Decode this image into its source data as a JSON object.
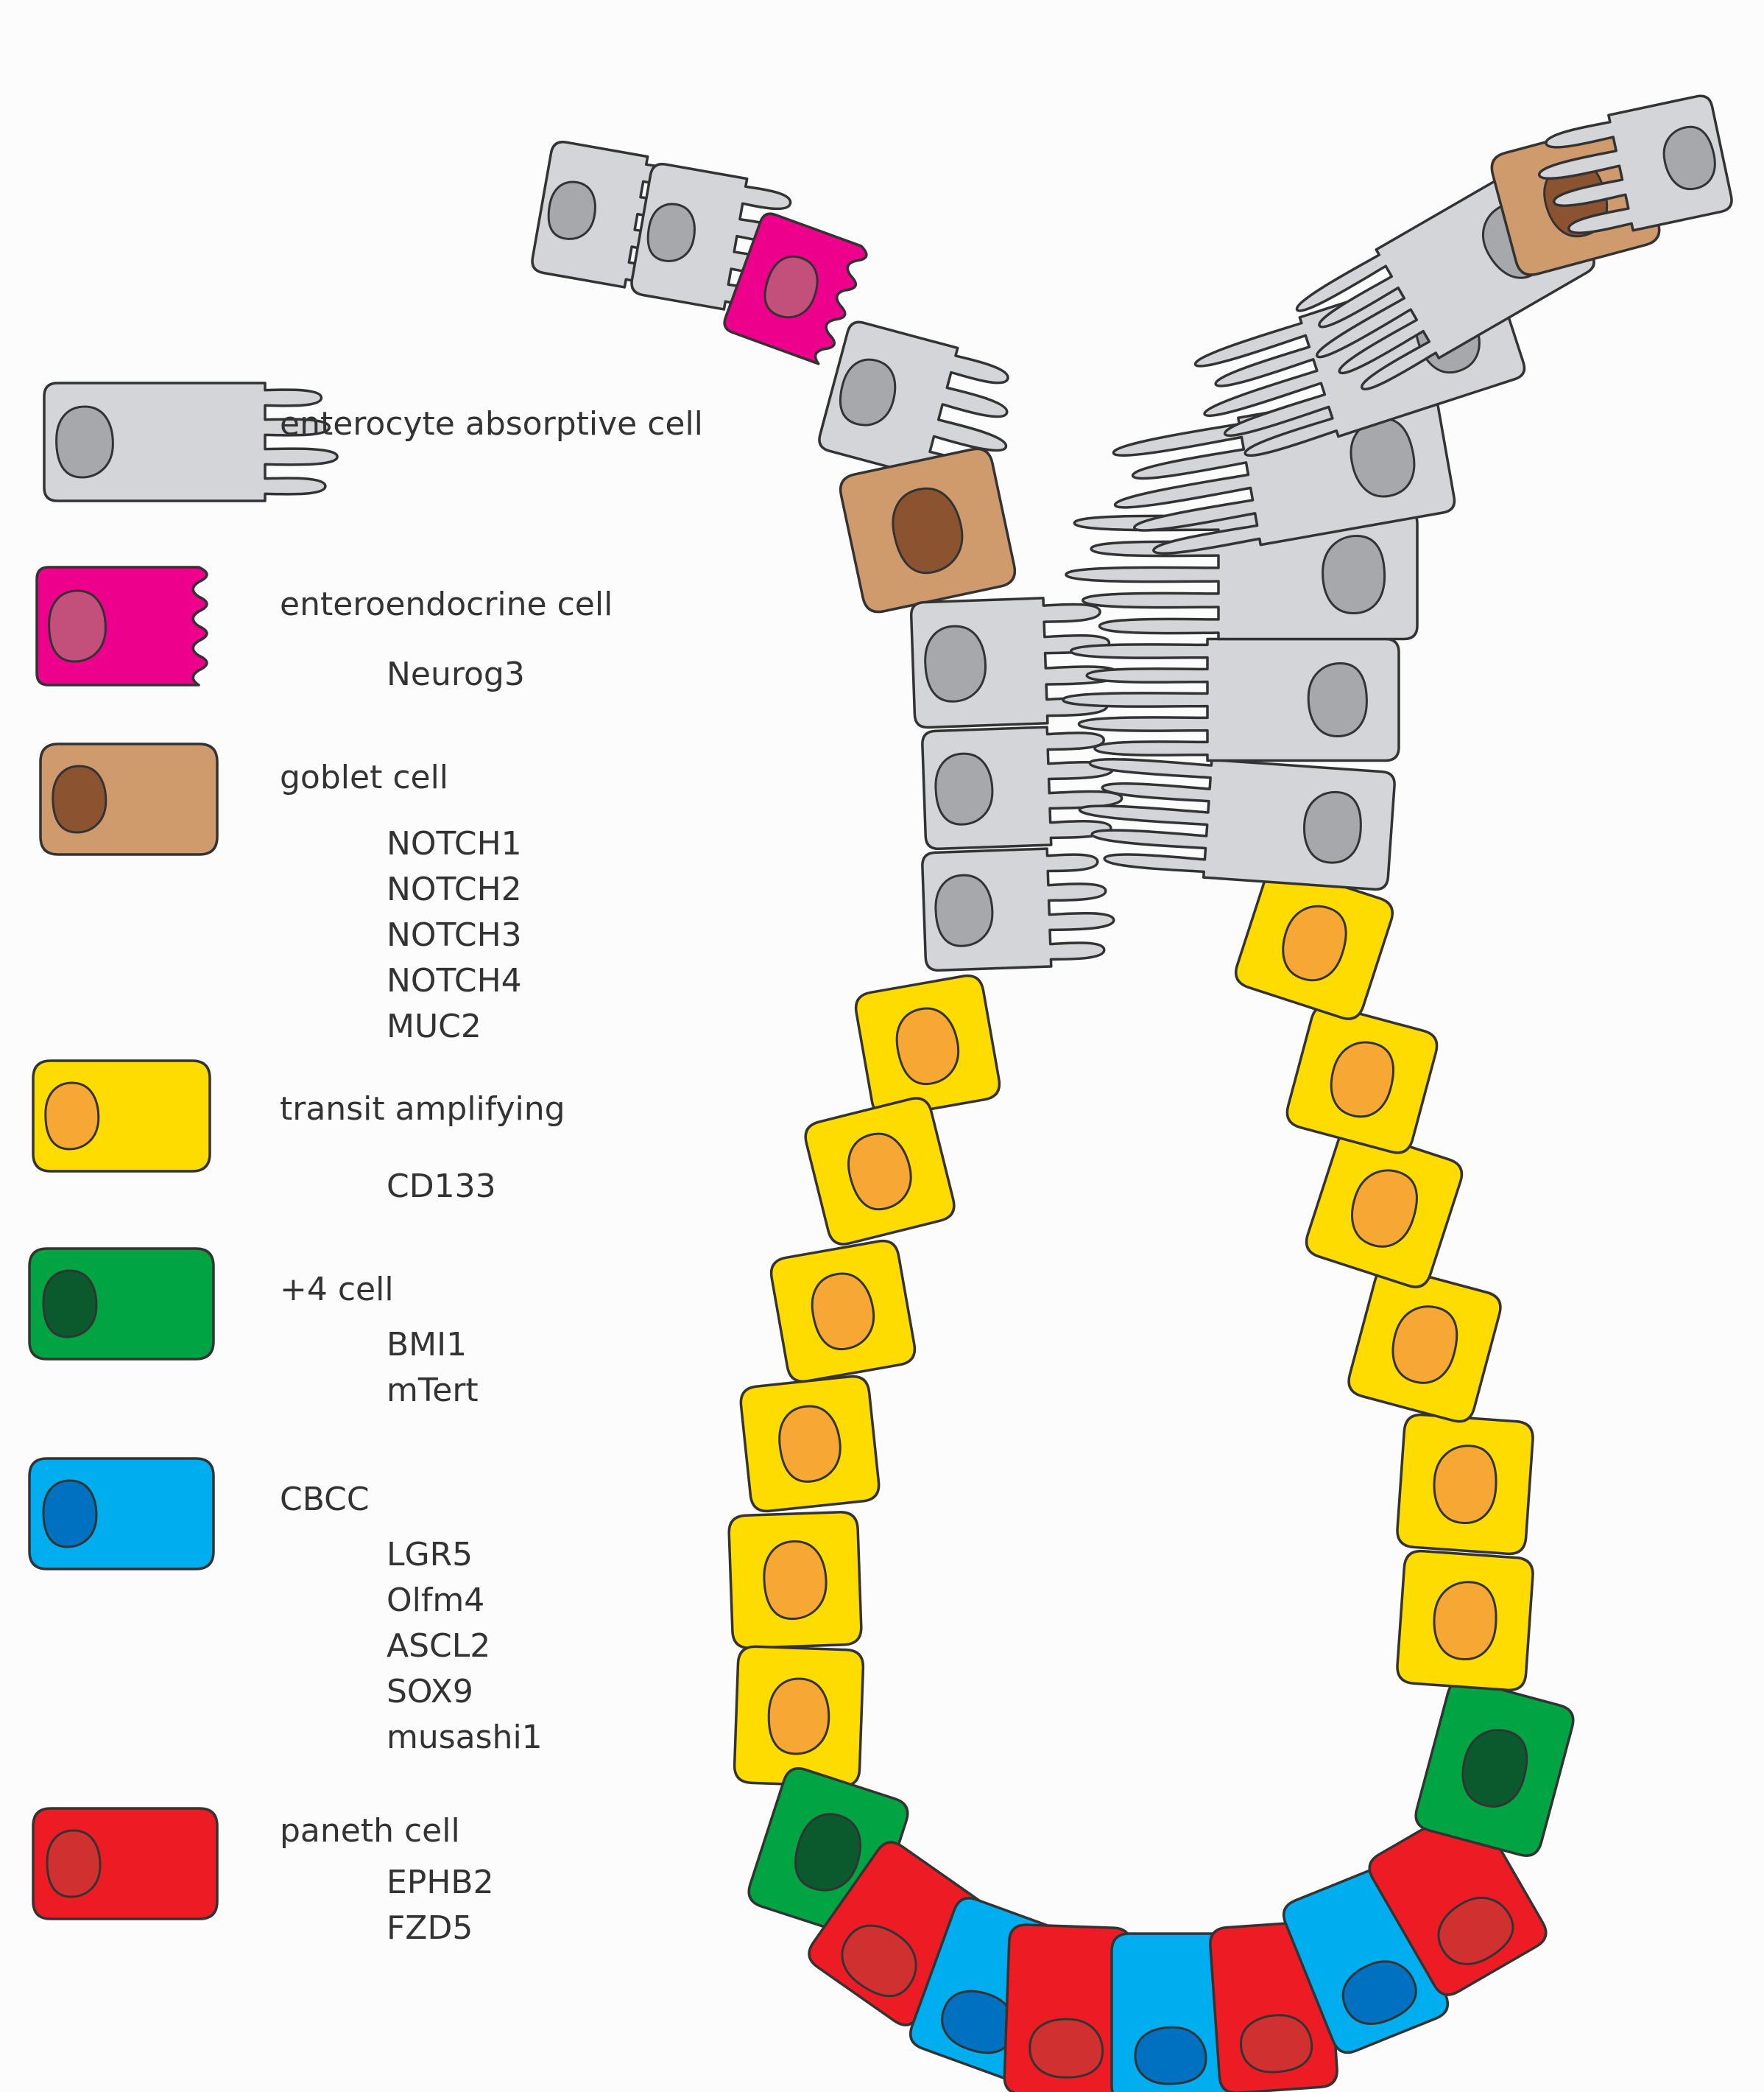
{
  "colors": {
    "enterocyte": "#d4d5d8",
    "enterocyte_nucleus": "#a7a8ab",
    "enteroendocrine": "#ec008c",
    "enteroendocrine_nucleus": "#c2507b",
    "goblet": "#cf9a6c",
    "goblet_nucleus": "#8c5331",
    "transit": "#ffdc00",
    "transit_nucleus": "#f7a834",
    "plus4": "#00a443",
    "plus4_nucleus": "#0b5a2d",
    "cbcc": "#00adef",
    "cbcc_nucleus": "#0071c0",
    "paneth": "#ed1c24",
    "paneth_nucleus": "#d0302f"
  },
  "legend": [
    {
      "type": "enterocyte",
      "label": "enterocyte absorptive cell",
      "markers": []
    },
    {
      "type": "enteroendocrine",
      "label": "enteroendocrine cell",
      "markers": [
        "Neurog3"
      ]
    },
    {
      "type": "goblet",
      "label": "goblet cell",
      "markers": [
        "NOTCH1",
        "NOTCH2",
        "NOTCH3",
        "NOTCH4",
        "MUC2"
      ]
    },
    {
      "type": "transit",
      "label": "transit amplifying",
      "markers": [
        "CD133"
      ]
    },
    {
      "type": "plus4",
      "label": "+4 cell",
      "markers": [
        "BMI1",
        "mTert"
      ]
    },
    {
      "type": "cbcc",
      "label": "CBCC",
      "markers": [
        "LGR5",
        "Olfm4",
        "ASCL2",
        "SOX9",
        "musashi1"
      ]
    },
    {
      "type": "paneth",
      "label": "paneth cell",
      "markers": [
        "EPHB2",
        "FZD5"
      ]
    }
  ],
  "crypt": {
    "left_wall_top_to_bottom": [
      "enterocyte",
      "enterocyte",
      "enteroendocrine",
      "enterocyte",
      "goblet",
      "enterocyte",
      "enterocyte",
      "enterocyte",
      "transit",
      "transit",
      "transit",
      "transit",
      "transit",
      "transit",
      "plus4"
    ],
    "base_left_to_right": [
      "paneth",
      "cbcc",
      "paneth",
      "cbcc",
      "paneth",
      "cbcc",
      "paneth"
    ],
    "right_wall_bottom_to_top": [
      "plus4",
      "transit",
      "transit",
      "transit",
      "transit",
      "transit",
      "transit",
      "enterocyte",
      "enterocyte",
      "enterocyte",
      "enterocyte",
      "enterocyte",
      "enterocyte",
      "goblet",
      "enterocyte"
    ]
  }
}
